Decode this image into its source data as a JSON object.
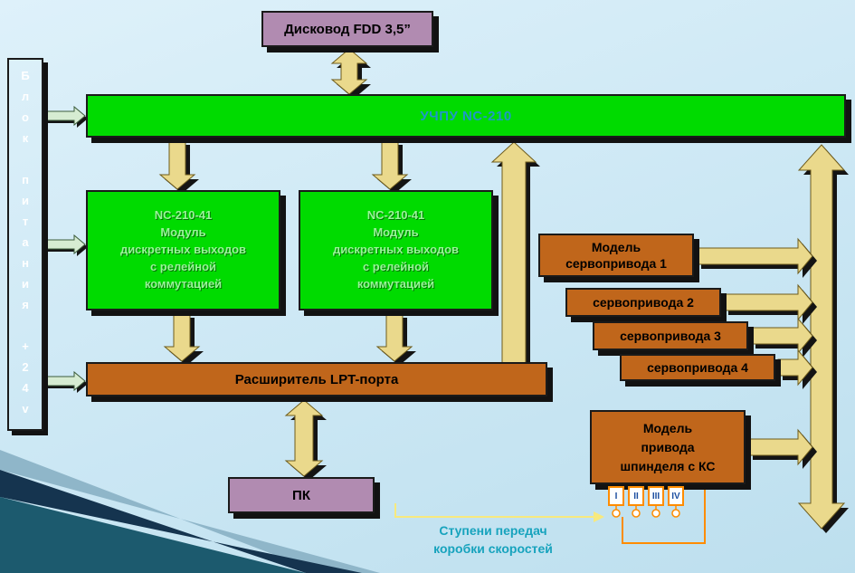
{
  "boxes": {
    "fdd": "Дисковод FDD 3,5”",
    "nc210": "УЧПУ NC-210",
    "power": "Б\nл\nо\nк\n\nп\nи\nт\nа\nн\nи\nя\n\n+\n2\n4\nv",
    "module1": "NC-210-41\nМодуль\nдискретных выходов\nс релейной\nкоммутацией",
    "module2": "NC-210-41\nМодуль\nдискретных выходов\nс релейной\nкоммутацией",
    "lpt": "Расширитель LPT-порта",
    "pk": "ПК",
    "servo1": "Модель\nсервопривода 1",
    "servo2": "сервопривода 2",
    "servo3": "сервопривода 3",
    "servo4": "сервопривода 4",
    "spindle": "Модель\nпривода\nшпинделя с КС"
  },
  "gears": {
    "labels": [
      "I",
      "II",
      "III",
      "IV"
    ]
  },
  "caption": "Ступени передач\nкоробки скоростей",
  "colors": {
    "box_green": "#00db00",
    "box_brown": "#c0661b",
    "box_mauve": "#b18bb1",
    "arrow_tan": "#ead98c",
    "power_arrow_green": "#d6ecd2",
    "gear_line_orange": "#ff8c00",
    "caption_teal": "#17a3bd",
    "nc210_text_blue": "#1f98c8",
    "module_text_green": "#98f598"
  }
}
